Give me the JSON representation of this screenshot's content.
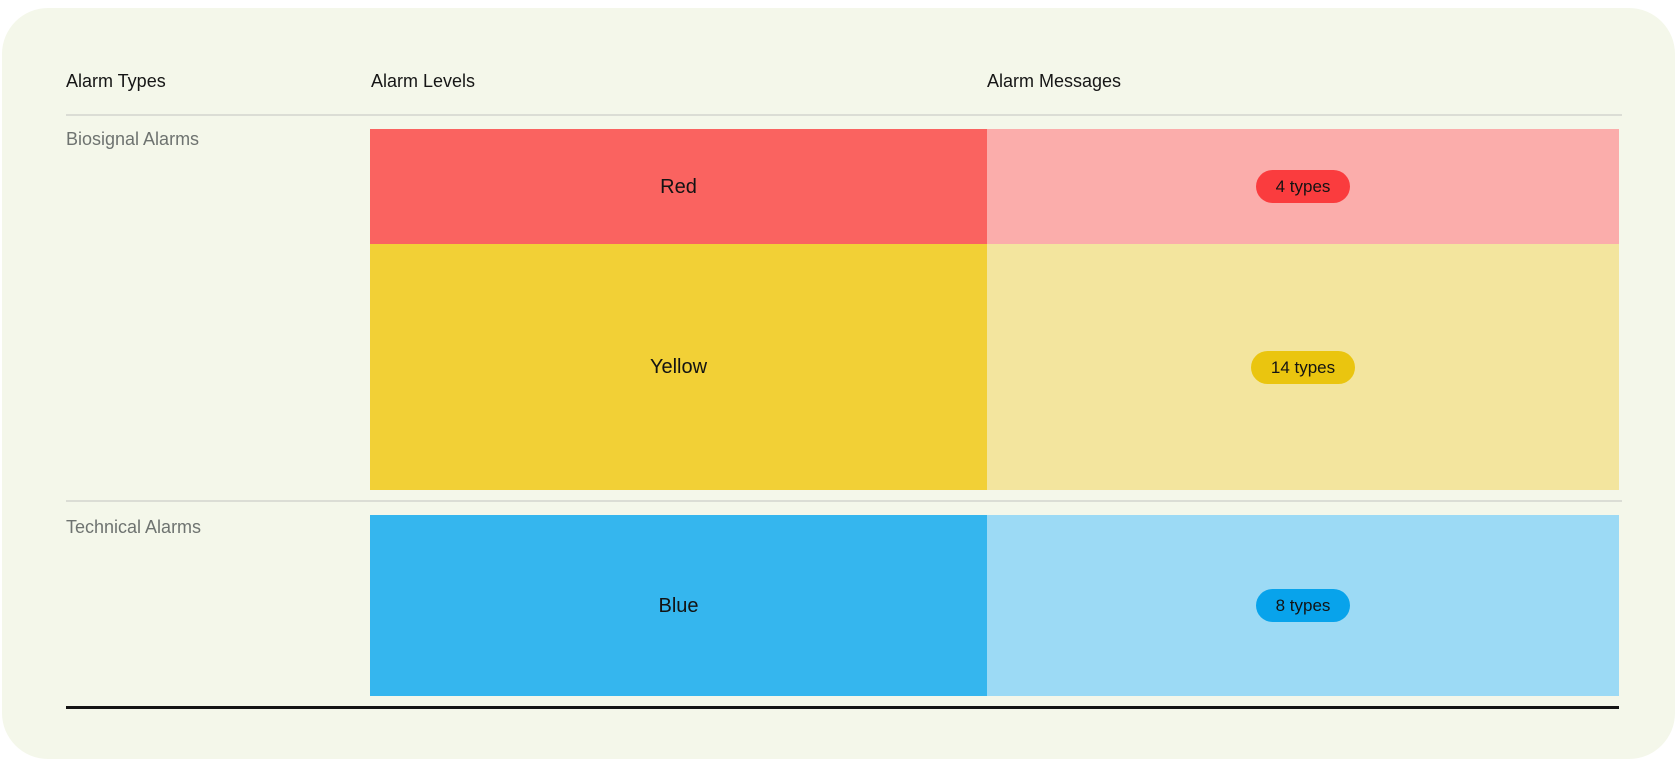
{
  "table": {
    "headers": [
      "Alarm Types",
      "Alarm Levels",
      "Alarm Messages"
    ],
    "sections": [
      {
        "alarm_type": "Biosignal Alarms",
        "rows": [
          {
            "level": "Red",
            "badge": "4 types",
            "level_color": "#fa6360",
            "message_color": "#fbadab",
            "badge_color": "#fa3c3e"
          },
          {
            "level": "Yellow",
            "badge": "14 types",
            "level_color": "#f2d036",
            "message_color": "#f3e59e",
            "badge_color": "#eac50f"
          }
        ]
      },
      {
        "alarm_type": "Technical Alarms",
        "rows": [
          {
            "level": "Blue",
            "badge": "8 types",
            "level_color": "#35b6ee",
            "message_color": "#9cdaf5",
            "badge_color": "#08a3eb"
          }
        ]
      }
    ]
  },
  "colors": {
    "page_background": "#ffffff",
    "card_background": "#f4f7ea",
    "divider": "#dbddd5",
    "bottom_rule": "#141414",
    "header_text": "#161616",
    "section_label_text": "#6e7370",
    "cell_text": "#131313"
  }
}
